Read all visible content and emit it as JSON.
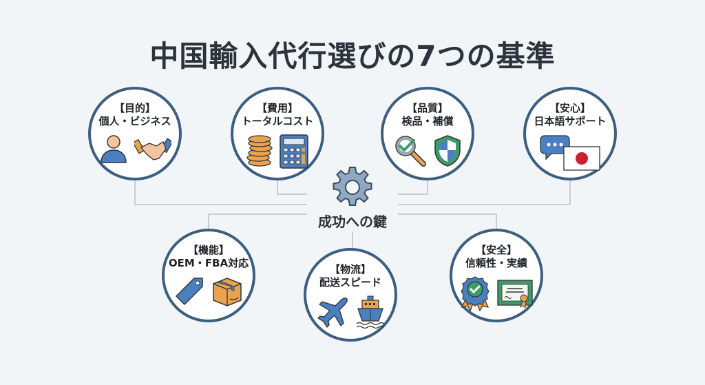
{
  "title": "中国輸入代行選びの7つの基準",
  "hub": {
    "label": "成功への鍵",
    "icon": "gear-icon"
  },
  "criteria": [
    {
      "category": "【目的】",
      "subtitle": "個人・ビジネス",
      "icons": [
        "person-icon",
        "handshake-icon"
      ]
    },
    {
      "category": "【費用】",
      "subtitle": "トータルコスト",
      "icons": [
        "coins-icon",
        "calculator-icon"
      ]
    },
    {
      "category": "【品質】",
      "subtitle": "検品・補償",
      "icons": [
        "magnifier-check-icon",
        "shield-icon"
      ]
    },
    {
      "category": "【安心】",
      "subtitle": "日本語サポート",
      "icons": [
        "speech-bubble-icon",
        "japan-flag-icon"
      ]
    },
    {
      "category": "【機能】",
      "subtitle": "OEM・FBA対応",
      "icons": [
        "price-tag-icon",
        "box-icon"
      ]
    },
    {
      "category": "【物流】",
      "subtitle": "配送スピード",
      "icons": [
        "airplane-icon",
        "ship-icon"
      ]
    },
    {
      "category": "【安全】",
      "subtitle": "信頼性・実績",
      "icons": [
        "award-badge-icon",
        "certificate-icon"
      ]
    }
  ],
  "colors": {
    "background": "#f1f5f8",
    "circle_border": "#3c5f80",
    "connector": "#c5ccd3",
    "blue": "#4a7fc0",
    "orange": "#e9a24f",
    "green": "#3f9a6a",
    "red": "#cc1f36"
  }
}
